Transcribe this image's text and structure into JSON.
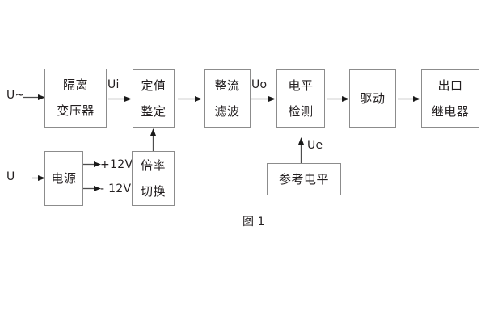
{
  "diagram": {
    "caption": "图 1",
    "blocks": [
      {
        "id": "isolation-transformer",
        "lines": [
          "隔离",
          "变压器"
        ]
      },
      {
        "id": "setting-value",
        "lines": [
          "定值",
          "整定"
        ]
      },
      {
        "id": "rectify-filter",
        "lines": [
          "整流",
          "滤波"
        ]
      },
      {
        "id": "level-detect",
        "lines": [
          "电平",
          "检测"
        ]
      },
      {
        "id": "drive",
        "lines": [
          "驱动"
        ]
      },
      {
        "id": "output-relay",
        "lines": [
          "出口",
          "继电器"
        ]
      },
      {
        "id": "power-supply",
        "lines": [
          "电源"
        ]
      },
      {
        "id": "multiplier-switch",
        "lines": [
          "倍率",
          "切换"
        ]
      },
      {
        "id": "reference-level",
        "lines": [
          "参考电平"
        ]
      }
    ],
    "signals": {
      "input_ac": "U~",
      "input_dc": "U",
      "ui": "Ui",
      "uo": "Uo",
      "ue": "Ue",
      "rail_positive": "+12V",
      "rail_negative": "- 12V"
    },
    "colors": {
      "stroke": "#8c8c8c",
      "text": "#231f20",
      "arrow": "#4d4d4d",
      "background": "#ffffff"
    }
  }
}
